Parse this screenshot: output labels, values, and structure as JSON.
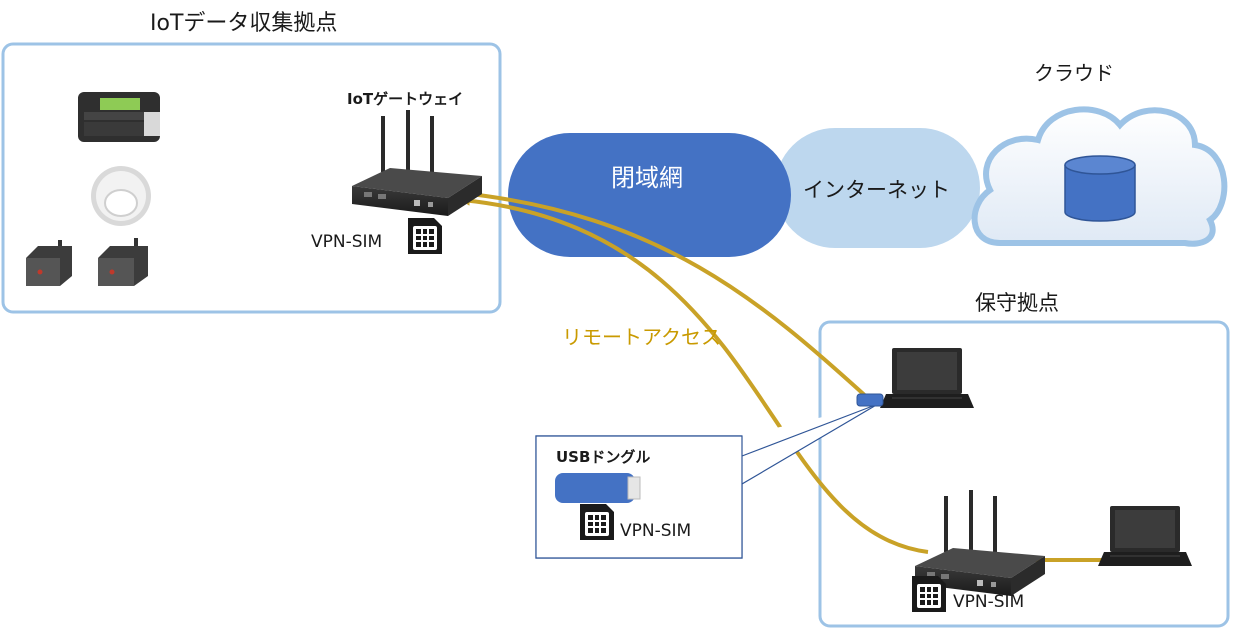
{
  "iot_site": {
    "title": "IoTデータ収集拠点",
    "gateway_label": "IoTゲートウェイ",
    "sim_label": "VPN-SIM"
  },
  "network": {
    "closed_network": "閉域網",
    "internet": "インターネット"
  },
  "cloud": {
    "title": "クラウド"
  },
  "remote_access": {
    "label": "リモートアクセス"
  },
  "maintenance_site": {
    "title": "保守拠点",
    "sim_label": "VPN-SIM"
  },
  "usb_dongle": {
    "label": "USBドングル",
    "sim_label": "VPN-SIM"
  },
  "colors": {
    "frame_border": "#9dc3e6",
    "closed_network_fill": "#4472c4",
    "internet_fill": "#bdd7ee",
    "remote_line": "#c9a227",
    "remote_text": "#c99a00",
    "callout_border": "#2f5597",
    "cloud_db": "#4472c4"
  },
  "icons": [
    "sensor-controller-icon",
    "motion-sensor-icon",
    "wireless-node-icon",
    "router-icon",
    "sim-card-icon",
    "laptop-icon",
    "usb-dongle-icon",
    "database-icon",
    "cloud-icon"
  ]
}
